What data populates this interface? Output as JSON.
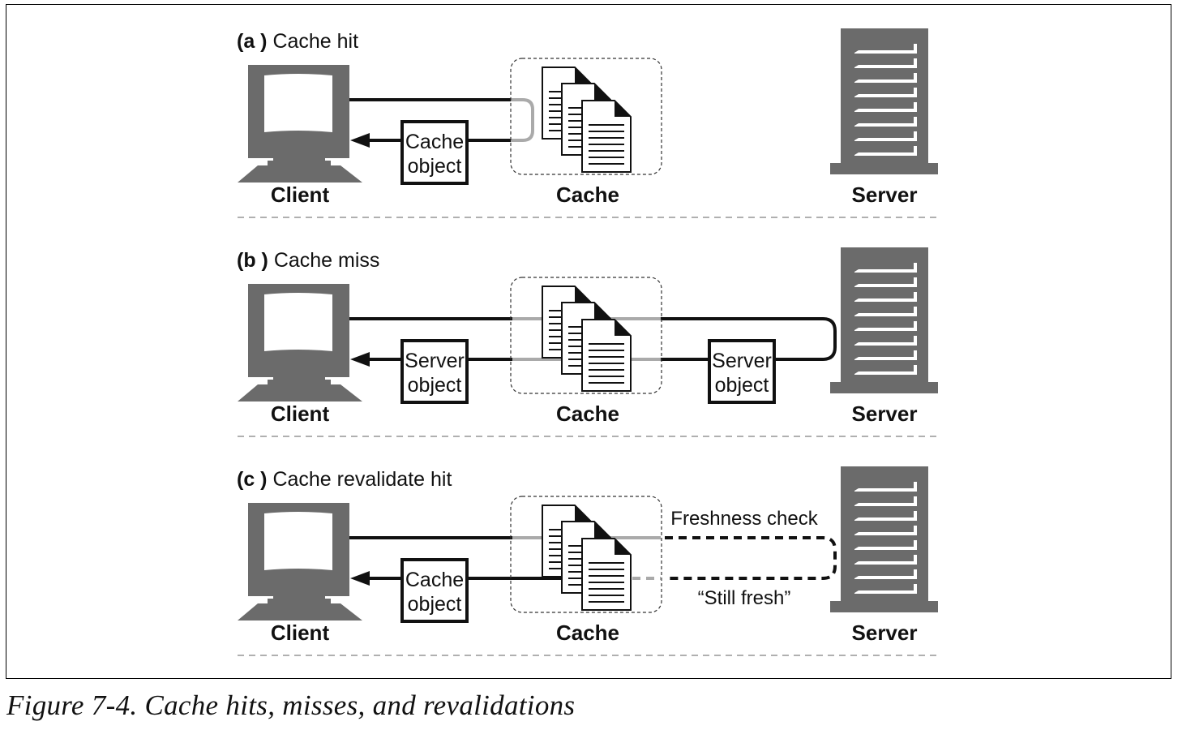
{
  "figure": {
    "caption": "Figure 7-4. Cache hits, misses, and revalidations",
    "colors": {
      "device_gray": "#6b6b6b",
      "line_black": "#111111",
      "line_gray": "#aaaaaa",
      "dash_gray": "#b0b0b0"
    }
  },
  "panels": [
    {
      "id": "a",
      "letter": "(a )",
      "title": "Cache hit",
      "client_label": "Client",
      "cache_label": "Cache",
      "server_label": "Server",
      "box_lines": [
        "Cache",
        "object"
      ],
      "scenario": "hit"
    },
    {
      "id": "b",
      "letter": "(b )",
      "title": "Cache miss",
      "client_label": "Client",
      "cache_label": "Cache",
      "server_label": "Server",
      "box_lines": [
        "Server",
        "object"
      ],
      "server_box_lines": [
        "Server",
        "object"
      ],
      "scenario": "miss"
    },
    {
      "id": "c",
      "letter": "(c )",
      "title": "Cache revalidate hit",
      "client_label": "Client",
      "cache_label": "Cache",
      "server_label": "Server",
      "box_lines": [
        "Cache",
        "object"
      ],
      "request_note": "Freshness check",
      "response_note": "“Still fresh”",
      "scenario": "revalidate"
    }
  ],
  "icons": {
    "client": "desktop-computer-icon",
    "cache": "document-stack-icon",
    "server": "server-tower-icon"
  }
}
